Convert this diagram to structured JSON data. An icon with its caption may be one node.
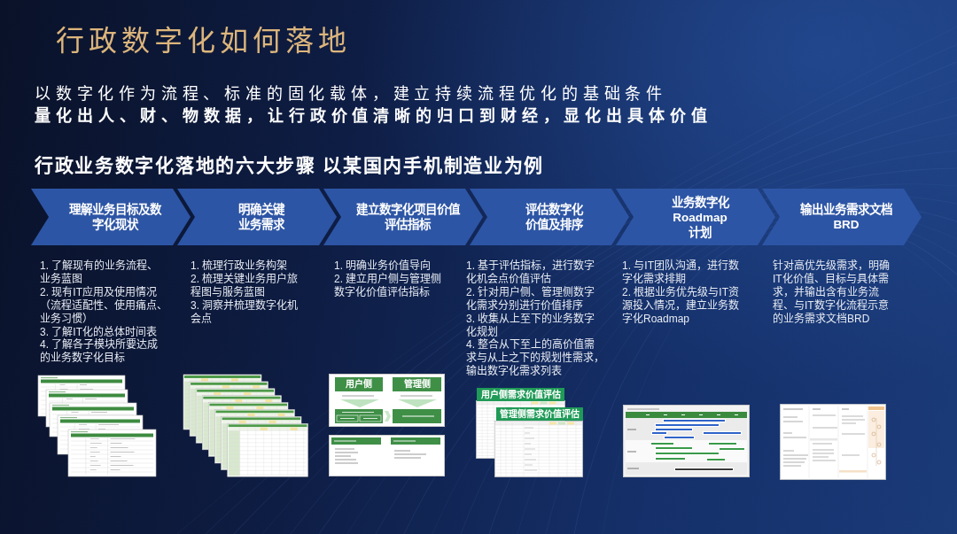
{
  "diagram": {
    "title": "行政数字化如何落地",
    "nodes": [
      {
        "text": [
          "理解业务目标及数字化现状"
        ],
        "beside": [
          "1. 了解现有的业务流程、业务蓝图",
          "2. 现有IT应用及使用情况（流程适配性、使用痛点、业务习惯）",
          "3. 了解IT化的总体时间表",
          "4. 了解各子模块所要达成的业务数字化目标"
        ]
      },
      {
        "text": [
          "明确关键业务需求"
        ],
        "beside": [
          "1. 梳理行政业务构架",
          "2. 梳理关键业务用户旅程图与服务蓝图",
          "3. 洞察并梳理数字化机会点"
        ]
      },
      {
        "text": [
          "建立数字化项目价值评估指标"
        ],
        "beside": [
          "1. 明确业务价值导向",
          "2. 建立用户侧与管理侧数字化价值评估指标"
        ]
      },
      {
        "text": [
          "评估数字化价值及排序"
        ],
        "beside": [
          "1. 基于评估指标，进行数字化机会点价值评估",
          "2. 针对用户侧、管理侧数字化需求分别进行价值排序",
          "3. 收集从上至下的业务数字化规划",
          "4. 整合从下至上的高价值需求与从上之下的规划性需求，输出数字化需求列表"
        ]
      },
      {
        "text": [
          "业务数字化Roadmap计划"
        ],
        "beside": [
          "1. 与IT团队沟通，进行数字化需求排期",
          "2. 根据业务优先级与IT资源投入情况，建立业务数字化Roadmap"
        ]
      },
      {
        "text": [
          "输出业务需求文档BRD"
        ],
        "beside": [
          "针对高优先级需求，明确IT化价值、目标与具体需求，并输出含有业务流程、与IT数字化流程示意的业务需求文档BRD"
        ]
      }
    ],
    "labels": [
      "以数字化作为流程、标准的固化载体，建立持续流程优化的基础条件",
      "量化出人、财、物数据，让行政价值清晰的归口到财经，显化出具体价值",
      "行政业务数字化落地的六大步骤 以某国内手机制造业为例",
      "用户侧",
      "管理侧",
      "用户侧需求价值评估",
      "管理侧需求价值评估"
    ]
  }
}
